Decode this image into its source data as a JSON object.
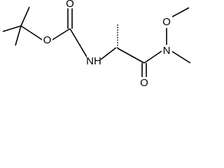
{
  "molecule": {
    "atoms": {
      "o_ester": "O",
      "o_boc_carbonyl": "O",
      "n_carbamate": "NH",
      "o_amide": "O",
      "n_amide": "N",
      "o_methoxy": "O"
    }
  }
}
